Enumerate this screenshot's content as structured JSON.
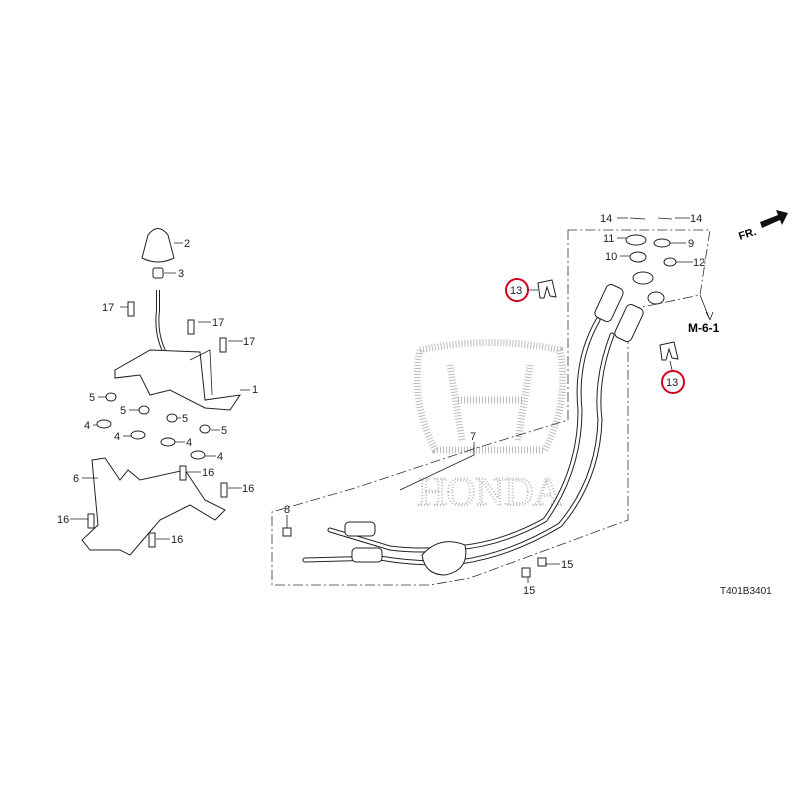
{
  "diagram": {
    "code": "T401B3401",
    "front_label": "FR.",
    "ref_label": "M-6-1",
    "watermark": "HONDA",
    "highlight_color": "#d0021b",
    "callouts": {
      "knob": "2",
      "boot": "3",
      "shifter": "1",
      "bracket": "6",
      "bolt17a": "17",
      "bolt17b": "17",
      "bolt17c": "17",
      "bush5a": "5",
      "bush5b": "5",
      "bush5c": "5",
      "bush5d": "5",
      "bush4a": "4",
      "bush4b": "4",
      "bush4c": "4",
      "bush4d": "4",
      "bolt16a": "16",
      "bolt16b": "16",
      "bolt16c": "16",
      "bolt16d": "16",
      "cable": "7",
      "clip8": "8",
      "nut15a": "15",
      "nut15b": "15",
      "pin14a": "14",
      "pin14b": "14",
      "washer11": "11",
      "washer9": "9",
      "bush10": "10",
      "bush12": "12",
      "clip13a": "13",
      "clip13b": "13"
    }
  }
}
